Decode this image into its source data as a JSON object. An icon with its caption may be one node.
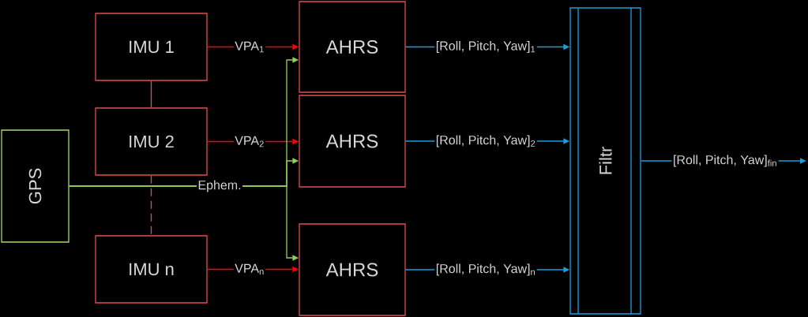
{
  "diagram": {
    "nodes": [
      {
        "text": [
          "IMU 1"
        ]
      },
      {
        "text": [
          "IMU 2"
        ]
      },
      {
        "text": [
          "IMU n"
        ]
      },
      {
        "text": [
          "GPS"
        ]
      },
      {
        "text": [
          "AHRS"
        ]
      },
      {
        "text": [
          "AHRS"
        ]
      },
      {
        "text": [
          "AHRS"
        ]
      },
      {
        "text": [
          "Filtr"
        ]
      }
    ],
    "edges": [
      {
        "from": 0,
        "to": 4,
        "arrow": "to",
        "label": "VPA$_{1}$",
        "color": "#ff0000"
      },
      {
        "from": 1,
        "to": 5,
        "arrow": "to",
        "label": "VPA$_{2}$",
        "color": "#ff0000"
      },
      {
        "from": 2,
        "to": 6,
        "arrow": "to",
        "label": "VPA$_{n}$",
        "color": "#ff0000"
      },
      {
        "from": 0,
        "to": 1,
        "arrow": "none",
        "color": "#e05050"
      },
      {
        "from": 1,
        "to": 2,
        "arrow": "none",
        "style": "dashed",
        "color": "#e05050"
      },
      {
        "from": 3,
        "to": 4,
        "arrow": "to",
        "color": "#8fd14f"
      },
      {
        "from": 3,
        "to": 5,
        "arrow": "to",
        "label": "Ephem.",
        "color": "#8fd14f"
      },
      {
        "from": 3,
        "to": 6,
        "arrow": "to",
        "color": "#8fd14f"
      },
      {
        "from": 4,
        "to": 7,
        "arrow": "to",
        "label": "[Roll, Pitch, Yaw]$_{1}$",
        "color": "#1aa0e0"
      },
      {
        "from": 5,
        "to": 7,
        "arrow": "to",
        "label": "[Roll, Pitch, Yaw]$_{2}$",
        "color": "#1aa0e0"
      },
      {
        "from": 6,
        "to": 7,
        "arrow": "to",
        "label": "[Roll, Pitch, Yaw]$_{n}$",
        "color": "#1aa0e0"
      },
      {
        "from": 7,
        "to": null,
        "arrow": "to",
        "label": "[Roll, Pitch, Yaw]$_{fin}$",
        "color": "#1aa0e0"
      }
    ]
  }
}
